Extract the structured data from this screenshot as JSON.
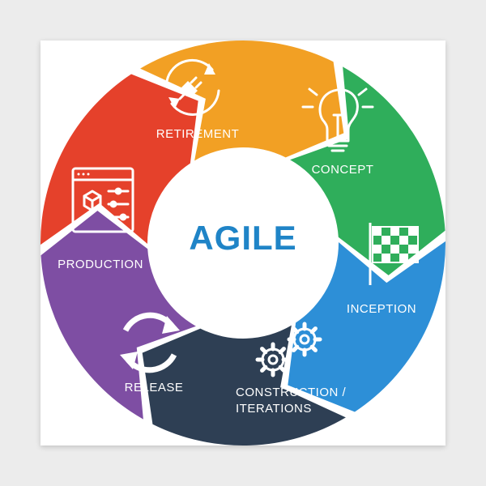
{
  "center_label": "AGILE",
  "segments": [
    {
      "label_lines": [
        "CONCEPT"
      ],
      "color": "#2fae5b",
      "icon": "lightbulb-icon"
    },
    {
      "label_lines": [
        "INCEPTION"
      ],
      "color": "#2d8fd7",
      "icon": "checkered-flag-icon"
    },
    {
      "label_lines": [
        "CONSTRUCTION /",
        "ITERATIONS"
      ],
      "color": "#2e3f54",
      "icon": "gears-icon"
    },
    {
      "label_lines": [
        "RELEASE"
      ],
      "color": "#7e4ea3",
      "icon": "refresh-arrows-icon"
    },
    {
      "label_lines": [
        "PRODUCTION"
      ],
      "color": "#e5412b",
      "icon": "dashboard-window-icon"
    },
    {
      "label_lines": [
        "RETIREMENT"
      ],
      "color": "#f2a024",
      "icon": "unplug-icon"
    }
  ],
  "colors": {
    "center_text": "#1f84c7",
    "background": "#ffffff"
  }
}
